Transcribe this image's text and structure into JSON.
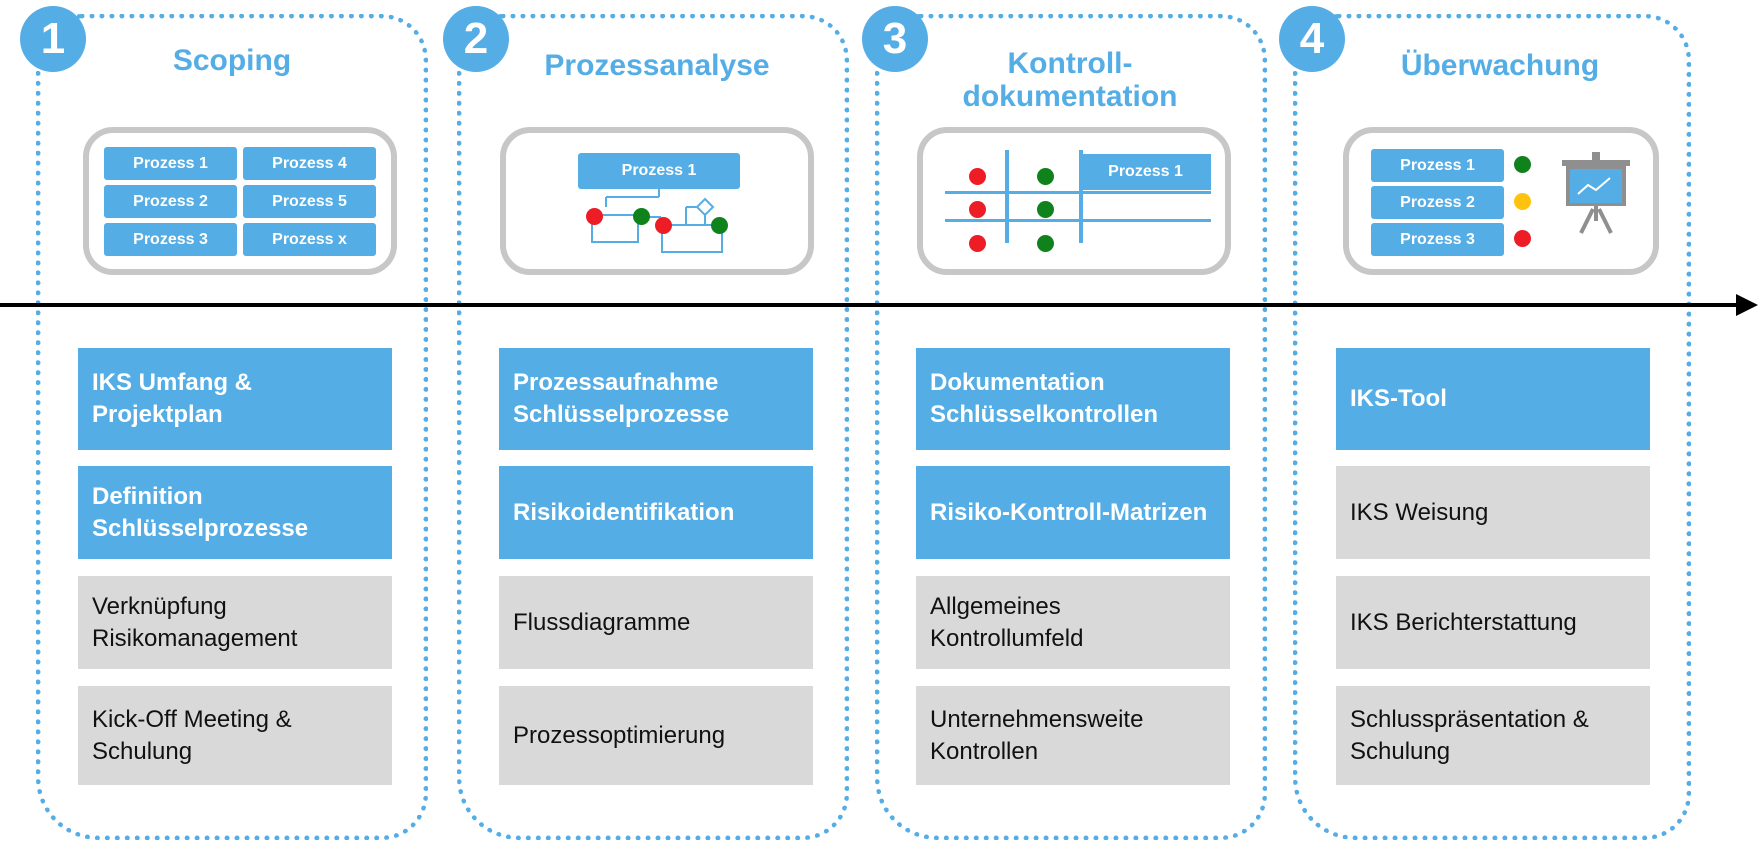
{
  "phases": [
    {
      "number": "1",
      "title": "Scoping",
      "panel": {
        "processes": [
          "Prozess 1",
          "Prozess 4",
          "Prozess 2",
          "Prozess 5",
          "Prozess 3",
          "Prozess x"
        ]
      },
      "cards": [
        {
          "text": "IKS Umfang & Projektplan",
          "style": "highlight"
        },
        {
          "text": "Definition Schlüsselprozesse",
          "style": "highlight"
        },
        {
          "text": "Verknüpfung Risikomanagement",
          "style": "plain"
        },
        {
          "text": "Kick-Off Meeting & Schulung",
          "style": "plain"
        }
      ]
    },
    {
      "number": "2",
      "title": "Prozessanalyse",
      "panel": {
        "process": "Prozess 1"
      },
      "cards": [
        {
          "text": "Prozessaufnahme Schlüsselprozesse",
          "style": "highlight"
        },
        {
          "text": "Risikoidentifikation",
          "style": "highlight"
        },
        {
          "text": "Flussdiagramme",
          "style": "plain"
        },
        {
          "text": "Prozessoptimierung",
          "style": "plain"
        }
      ]
    },
    {
      "number": "3",
      "title": "Kontroll-dokumentation",
      "panel": {
        "process": "Prozess 1"
      },
      "cards": [
        {
          "text": "Dokumentation Schlüsselkontrollen",
          "style": "highlight"
        },
        {
          "text": "Risiko-Kontroll-Matrizen",
          "style": "highlight"
        },
        {
          "text": "Allgemeines Kontrollumfeld",
          "style": "plain"
        },
        {
          "text": "Unternehmensweite Kontrollen",
          "style": "plain"
        }
      ]
    },
    {
      "number": "4",
      "title": "Überwachung",
      "panel": {
        "processes": [
          "Prozess 1",
          "Prozess 2",
          "Prozess 3"
        ],
        "status_colors": [
          "#10821b",
          "#ffc20e",
          "#ee1c25"
        ],
        "icon": "presentation-board-icon"
      },
      "cards": [
        {
          "text": "IKS-Tool",
          "style": "highlight"
        },
        {
          "text": "IKS Weisung",
          "style": "plain"
        },
        {
          "text": "IKS Berichterstattung",
          "style": "plain"
        },
        {
          "text": "Schlusspräsentation & Schulung",
          "style": "plain"
        }
      ]
    }
  ],
  "colors": {
    "accent": "#55ade6",
    "panel_border": "#c7c7c7",
    "card_grey": "#d9d9d9",
    "red": "#ee1c25",
    "green": "#10821b",
    "amber": "#ffc20e"
  }
}
